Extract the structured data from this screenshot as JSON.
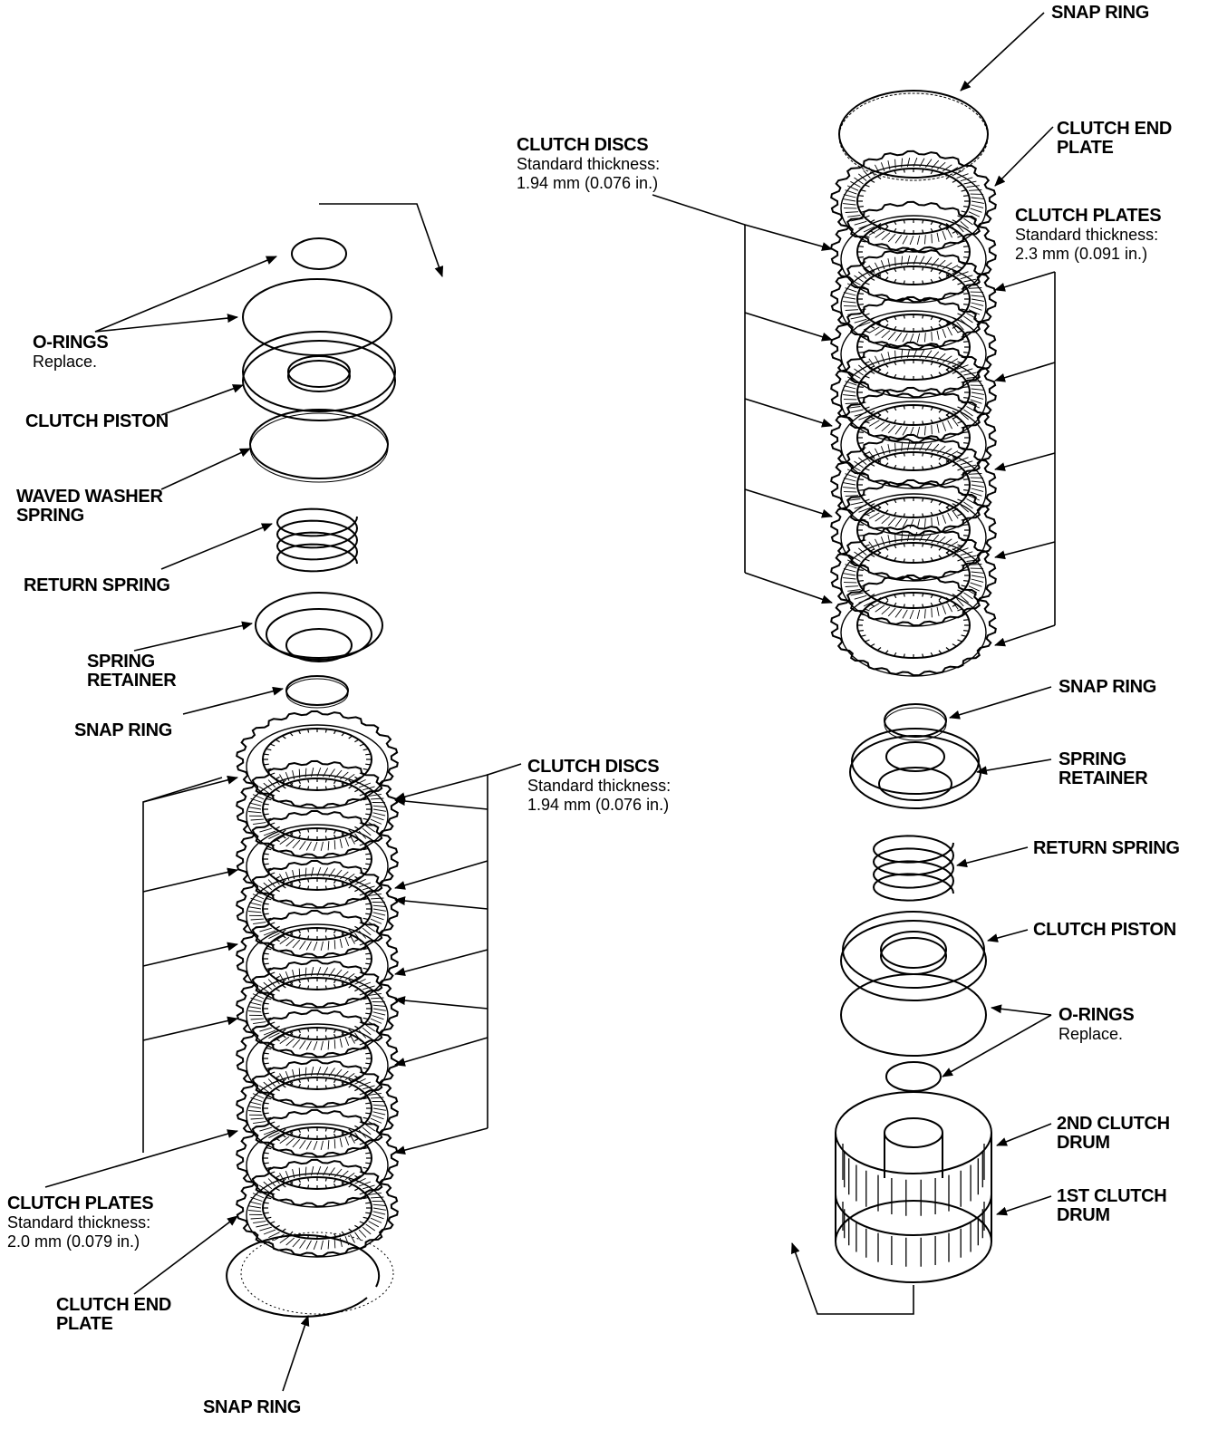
{
  "left": {
    "o_rings": {
      "title": "O-RINGS",
      "note": "Replace."
    },
    "clutch_piston": "CLUTCH PISTON",
    "waved_washer_spring": {
      "line1": "WAVED WASHER",
      "line2": "SPRING"
    },
    "return_spring": "RETURN SPRING",
    "spring_retainer": {
      "line1": "SPRING",
      "line2": "RETAINER"
    },
    "snap_ring_upper": "SNAP RING",
    "clutch_discs": {
      "title": "CLUTCH DISCS",
      "note1": "Standard thickness:",
      "note2": "1.94 mm (0.076 in.)"
    },
    "clutch_plates": {
      "title": "CLUTCH PLATES",
      "note1": "Standard thickness:",
      "note2": "2.0 mm (0.079 in.)"
    },
    "clutch_end_plate": {
      "line1": "CLUTCH END",
      "line2": "PLATE"
    },
    "snap_ring_bottom": "SNAP RING"
  },
  "right": {
    "snap_ring_top": "SNAP RING",
    "clutch_end_plate": {
      "line1": "CLUTCH END",
      "line2": "PLATE"
    },
    "clutch_discs": {
      "title": "CLUTCH DISCS",
      "note1": "Standard thickness:",
      "note2": "1.94 mm (0.076 in.)"
    },
    "clutch_plates": {
      "title": "CLUTCH PLATES",
      "note1": "Standard thickness:",
      "note2": "2.3 mm (0.091 in.)"
    },
    "snap_ring": "SNAP RING",
    "spring_retainer": {
      "line1": "SPRING",
      "line2": "RETAINER"
    },
    "return_spring": "RETURN SPRING",
    "clutch_piston": "CLUTCH PISTON",
    "o_rings": {
      "title": "O-RINGS",
      "note": "Replace."
    },
    "second_clutch_drum": {
      "line1": "2ND CLUTCH",
      "line2": "DRUM"
    },
    "first_clutch_drum": {
      "line1": "1ST CLUTCH",
      "line2": "DRUM"
    }
  }
}
